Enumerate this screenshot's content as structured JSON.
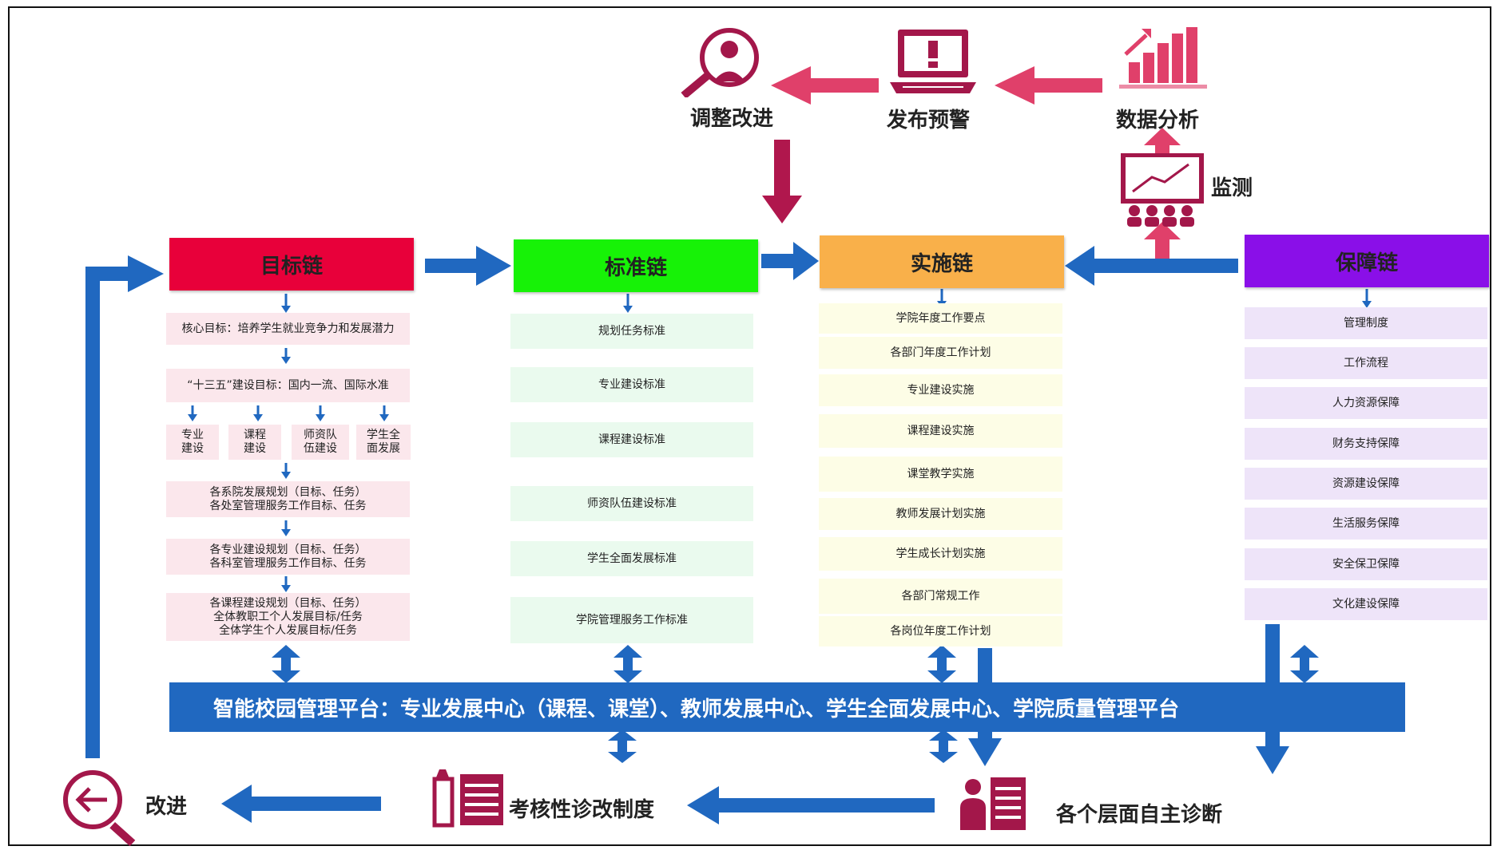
{
  "top": {
    "adjust": "调整改进",
    "warning": "发布预警",
    "analysis": "数据分析",
    "monitor": "监测"
  },
  "chains": [
    {
      "title": "目标链",
      "color": "#e8003a"
    },
    {
      "title": "标准链",
      "color": "#17f207"
    },
    {
      "title": "实施链",
      "color": "#f9b04a"
    },
    {
      "title": "保障链",
      "color": "#8a0fe8"
    }
  ],
  "goal": {
    "core": "核心目标：培养学生就业竞争力和发展潜力",
    "plan": "“十三五”建设目标：国内一流、国际水准",
    "sub": [
      {
        "l1": "专业",
        "l2": "建设"
      },
      {
        "l1": "课程",
        "l2": "建设"
      },
      {
        "l1": "师资队",
        "l2": "伍建设"
      },
      {
        "l1": "学生全",
        "l2": "面发展"
      }
    ],
    "dept": {
      "l1": "各系院发展规划（目标、任务）",
      "l2": "各处室管理服务工作目标、任务"
    },
    "major": {
      "l1": "各专业建设规划（目标、任务）",
      "l2": "各科室管理服务工作目标、任务"
    },
    "course": {
      "l1": "各课程建设规划（目标、任务）",
      "l2": "全体教职工个人发展目标/任务",
      "l3": "全体学生个人发展目标/任务"
    }
  },
  "standard": [
    "规划任务标准",
    "专业建设标准",
    "课程建设标准",
    "师资队伍建设标准",
    "学生全面发展标准",
    "学院管理服务工作标准"
  ],
  "implement": [
    "学院年度工作要点",
    "各部门年度工作计划",
    "专业建设实施",
    "课程建设实施",
    "课堂教学实施",
    "教师发展计划实施",
    "学生成长计划实施",
    "各部门常规工作",
    "各岗位年度工作计划"
  ],
  "guarantee": [
    "管理制度",
    "工作流程",
    "人力资源保障",
    "财务支持保障",
    "资源建设保障",
    "生活服务保障",
    "安全保卫保障",
    "文化建设保障"
  ],
  "platform": "智能校园管理平台：专业发展中心（课程、课堂）、教师发展中心、学生全面发展中心、学院质量管理平台",
  "bottom": {
    "improve": "改进",
    "assess": "考核性诊改制度",
    "diagnose": "各个层面自主诊断"
  },
  "colors": {
    "blue_arrow": "#2068c0",
    "crimson_arrow": "#b0174d",
    "pink_arrow": "#e0406a",
    "icon": "#a3174a"
  }
}
